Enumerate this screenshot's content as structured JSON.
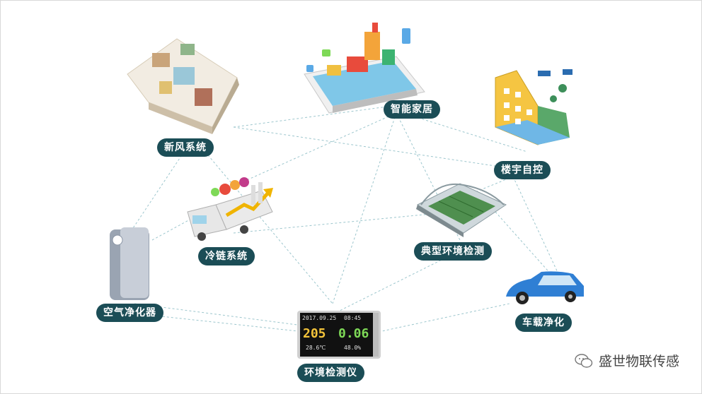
{
  "nodes": [
    {
      "id": "smart-home",
      "label": "智能家居"
    },
    {
      "id": "fresh-air",
      "label": "新风系统"
    },
    {
      "id": "building",
      "label": "楼宇自控"
    },
    {
      "id": "cold-chain",
      "label": "冷链系统"
    },
    {
      "id": "greenhouse",
      "label": "典型环境检测"
    },
    {
      "id": "air-purifier",
      "label": "空气净化器"
    },
    {
      "id": "car",
      "label": "车载净化"
    },
    {
      "id": "monitor",
      "label": "环境检测仪"
    }
  ],
  "monitor_display": {
    "date": "2017.09.25",
    "time": "08:45",
    "big_left": "205",
    "big_right": "0.06",
    "temp": "28.6℃",
    "humidity": "48.0%"
  },
  "watermark": "盛世物联传感"
}
